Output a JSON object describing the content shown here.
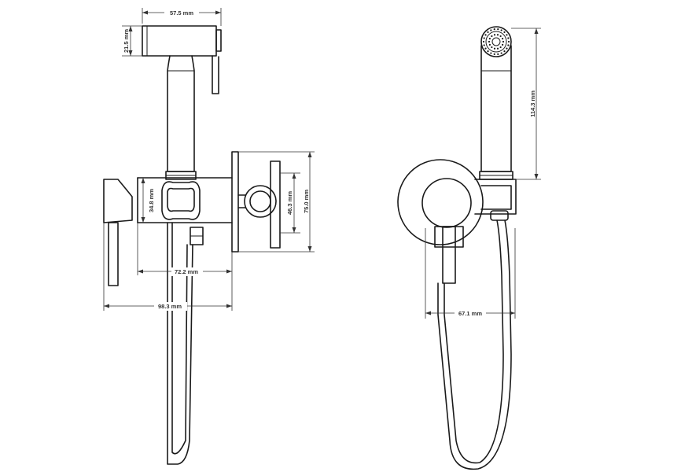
{
  "dimensions": {
    "top_width": "57.5 mm",
    "head_height": "21.5 mm",
    "body_height": "34.8 mm",
    "ring_diameter": "46.3 mm",
    "flange_height": "75.0 mm",
    "depth_72": "72.2 mm",
    "depth_98": "98.3 mm",
    "handset_height": "114.3 mm",
    "front_width": "67.1 mm"
  }
}
